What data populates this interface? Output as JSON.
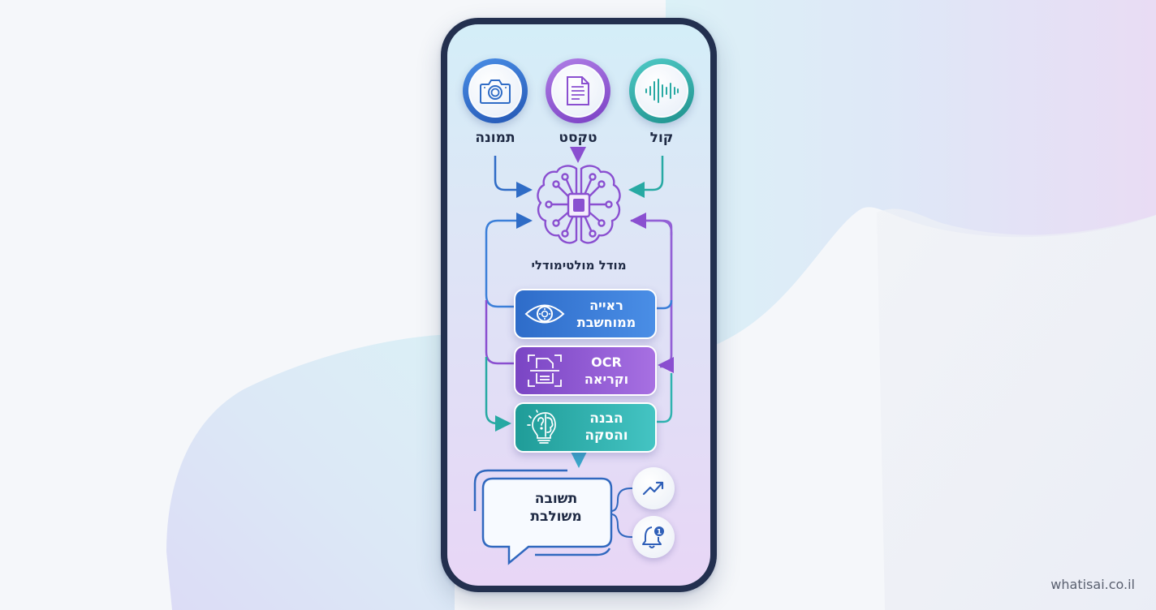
{
  "inputs": [
    {
      "id": "image",
      "label": "תמונה",
      "icon": "camera-icon",
      "color": "#2f6cc6"
    },
    {
      "id": "text",
      "label": "טקסט",
      "icon": "document-icon",
      "color": "#8a4fd0"
    },
    {
      "id": "voice",
      "label": "קול",
      "icon": "sound-wave-icon",
      "color": "#27a9a3"
    }
  ],
  "model": {
    "label": "מודל מולטימודלי",
    "icon": "brain-chip-icon",
    "color": "#8a4fd0"
  },
  "capabilities": [
    {
      "id": "vision",
      "label_line1": "ראייה",
      "label_line2": "ממוחשבת",
      "icon": "eye-gear-icon",
      "color": "#3b7fd9"
    },
    {
      "id": "ocr",
      "label_line1": "OCR",
      "label_line2": "וקריאה",
      "icon": "document-scan-icon",
      "color": "#9360d6"
    },
    {
      "id": "reasoning",
      "label_line1": "הבנה והסקה",
      "label_line2": "",
      "icon": "lightbulb-brain-icon",
      "color": "#2fb3b0"
    }
  ],
  "output": {
    "label_line1": "תשובה",
    "label_line2": "משולבת",
    "icon": "speech-bubble-icon",
    "side_icons": [
      {
        "id": "trend",
        "icon": "trend-up-icon"
      },
      {
        "id": "alert",
        "icon": "bell-notification-icon",
        "badge": "1"
      }
    ]
  },
  "colors": {
    "phone_frame": "#23304f",
    "blue": "#2f6cc6",
    "purple": "#8a4fd0",
    "teal": "#27a9a3",
    "text_dark": "#1f2a44"
  },
  "watermark": "whatisai.co.il"
}
